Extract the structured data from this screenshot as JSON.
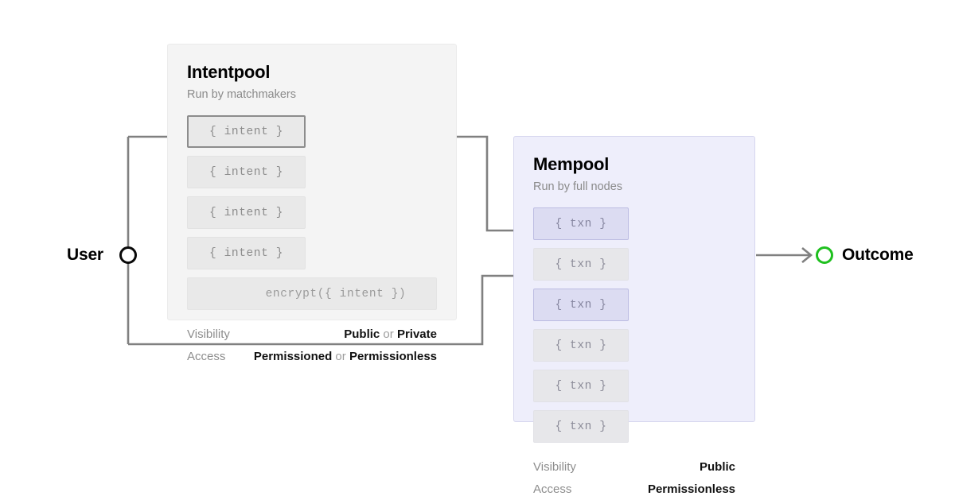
{
  "diagram": {
    "title": "Intentpool and Mempool flow",
    "colors": {
      "intentpool_bg": "#f4f4f4",
      "mempool_bg": "#eeeefb",
      "mempool_border": "#d6d6ee",
      "highlight_txn_bg": "#dcdcf2",
      "highlight_txn_border": "#bcbce2",
      "wire": "#808080",
      "user_ring": "#090909",
      "outcome_ring": "#1fc01f",
      "muted_text": "#8d8d8d",
      "strong_text": "#111111"
    },
    "endpoints": {
      "user": {
        "label": "User",
        "marker": "circle-outline-icon"
      },
      "outcome": {
        "label": "Outcome",
        "marker": "circle-outline-icon"
      }
    },
    "intentpool": {
      "title": "Intentpool",
      "subtitle": "Run by matchmakers",
      "items": [
        {
          "label": "{ intent }",
          "selected": true
        },
        {
          "label": "{ intent }",
          "selected": false
        },
        {
          "label": "{ intent }",
          "selected": false
        },
        {
          "label": "{ intent }",
          "selected": false
        }
      ],
      "encrypted_item": {
        "label": "encrypt({ intent })"
      },
      "attributes": [
        {
          "key": "Visibility",
          "value_first": "Public",
          "conjunction": "or",
          "value_second": "Private"
        },
        {
          "key": "Access",
          "value_first": "Permissioned",
          "conjunction": "or",
          "value_second": "Permissionless"
        }
      ]
    },
    "mempool": {
      "title": "Mempool",
      "subtitle": "Run by full nodes",
      "items": [
        {
          "label": "{ txn }",
          "highlighted": true
        },
        {
          "label": "{ txn }",
          "highlighted": false
        },
        {
          "label": "{ txn }",
          "highlighted": true
        },
        {
          "label": "{ txn }",
          "highlighted": false
        },
        {
          "label": "{ txn }",
          "highlighted": false
        },
        {
          "label": "{ txn }",
          "highlighted": false
        }
      ],
      "attributes": [
        {
          "key": "Visibility",
          "value_first": "Public"
        },
        {
          "key": "Access",
          "value_first": "Permissionless"
        }
      ]
    },
    "connectors": [
      {
        "name": "user-to-intentpool",
        "from": "user",
        "to": "intentpool-first-intent"
      },
      {
        "name": "intentpool-to-mempool-top",
        "from": "intentpool-top-right-intent",
        "to": "mempool-first-txn"
      },
      {
        "name": "user-loop-to-mempool",
        "from": "user",
        "to": "mempool-second-txn"
      },
      {
        "name": "mempool-to-outcome",
        "from": "mempool",
        "to": "outcome"
      }
    ]
  }
}
